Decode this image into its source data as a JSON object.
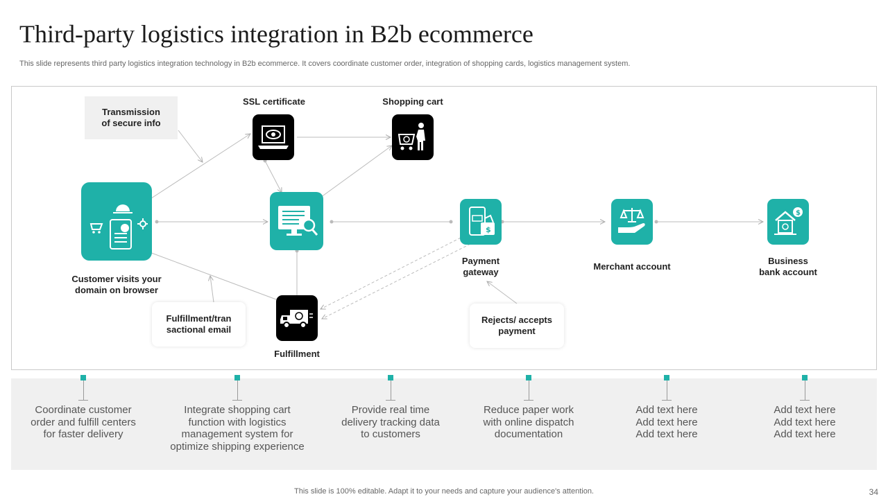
{
  "slide": {
    "title": "Third-party logistics integration in B2b ecommerce",
    "subtitle": "This slide represents third party logistics integration technology in B2b ecommerce. It covers coordinate customer order, integration of shopping cards, logistics management system.",
    "footer": "This slide is 100% editable. Adapt it to your needs and capture your audience's attention.",
    "page_number": "34"
  },
  "colors": {
    "teal": "#1fb1a8",
    "black": "#000000",
    "band": "#f0f0f0"
  },
  "diagram": {
    "nodes": {
      "customer": {
        "label_line1": "Customer visits your",
        "label_line2": "domain on browser",
        "icon": "customer-browser-icon"
      },
      "integration": {
        "icon": "integration-monitor-icon"
      },
      "ssl": {
        "label": "SSL certificate",
        "icon": "laptop-eye-icon"
      },
      "cart": {
        "label": "Shopping cart",
        "icon": "shopping-cart-person-icon"
      },
      "fulfillment": {
        "label": "Fulfillment",
        "icon": "delivery-truck-icon"
      },
      "payment": {
        "label_line1": "Payment",
        "label_line2": "gateway",
        "icon": "mobile-payment-icon"
      },
      "merchant": {
        "label": "Merchant account",
        "icon": "hand-scales-icon"
      },
      "bank": {
        "label_line1": "Business",
        "label_line2": "bank account",
        "icon": "bank-house-icon"
      }
    },
    "callouts": {
      "secure_line1": "Transmission",
      "secure_line2": "of secure info",
      "email_line1": "Fulfillment/tran",
      "email_line2": "sactional email",
      "payment_line1": "Rejects/ accepts",
      "payment_line2": "payment"
    }
  },
  "bottom_points": [
    {
      "lines": [
        "Coordinate customer",
        "order and fulfill centers",
        "for faster delivery"
      ]
    },
    {
      "lines": [
        "Integrate shopping cart",
        "function with logistics",
        "management system for",
        "optimize shipping experience"
      ]
    },
    {
      "lines": [
        "Provide real time",
        "delivery tracking data",
        "to customers"
      ]
    },
    {
      "lines": [
        "Reduce paper work",
        "with online dispatch",
        "documentation"
      ]
    },
    {
      "lines": [
        "Add text here",
        "Add text here",
        "Add text here"
      ]
    },
    {
      "lines": [
        "Add text here",
        "Add text here",
        "Add text here"
      ]
    }
  ]
}
